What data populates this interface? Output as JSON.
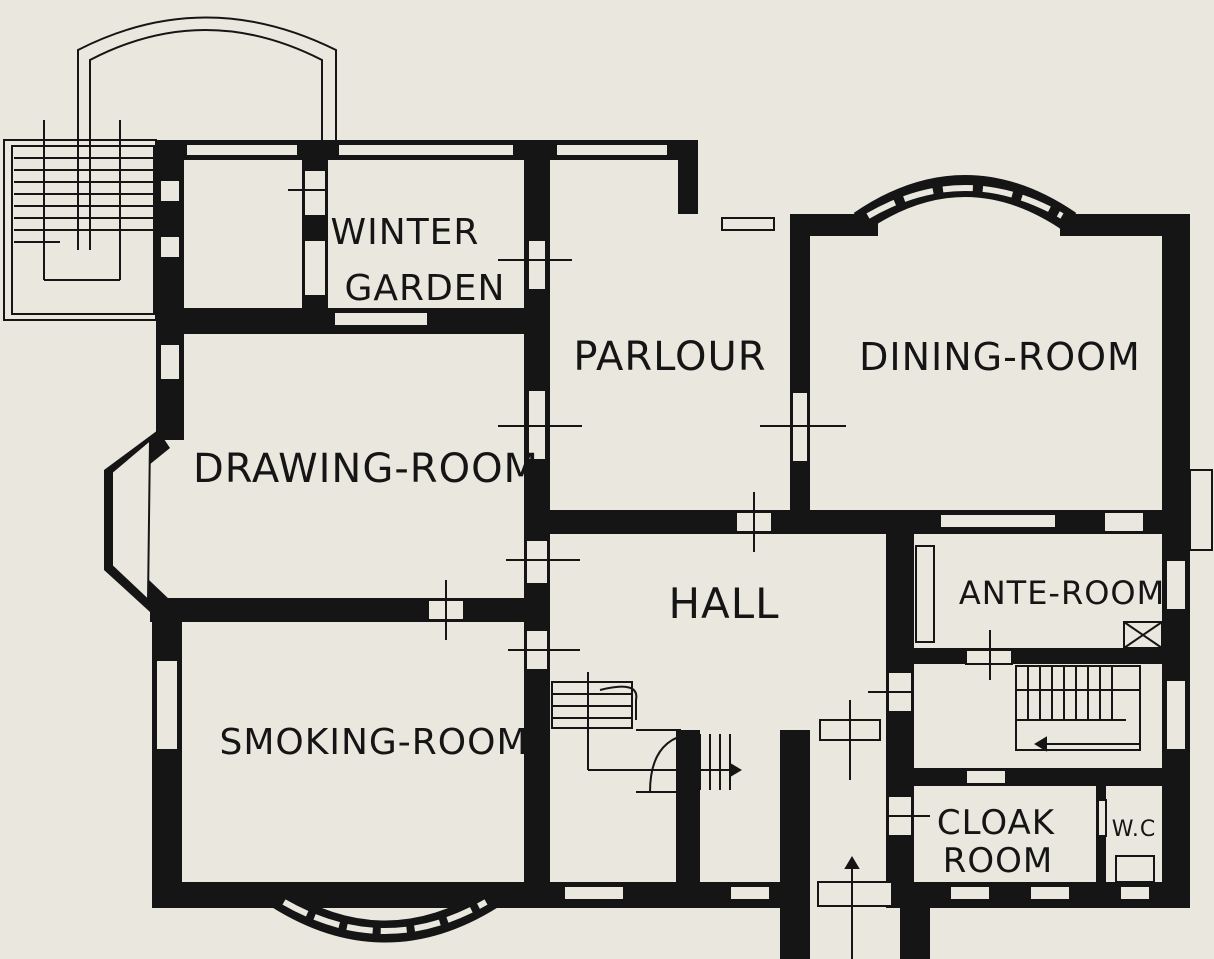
{
  "rooms": {
    "winter_garden_line1": "WINTER",
    "winter_garden_line2": "GARDEN",
    "parlour": "PARLOUR",
    "dining_room": "DINING-ROOM",
    "drawing_room": "DRAWING-ROOM",
    "hall": "HALL",
    "ante_room": "ANTE-ROOM",
    "smoking_room": "SMOKING-ROOM",
    "cloak_room_line1": "CLOAK",
    "cloak_room_line2": "ROOM",
    "wc": "W.C"
  },
  "colors": {
    "ink": "#151515",
    "paper": "#e9e7de"
  }
}
